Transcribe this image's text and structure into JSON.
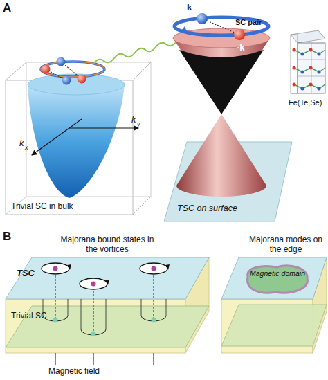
{
  "diagram": {
    "nodes": [
      {
        "text": [
          "Trivial SC in bulk"
        ]
      },
      {
        "text": [
          "TSC on surface"
        ]
      },
      {
        "text": [
          "TSC"
        ]
      },
      {
        "text": [
          "Trivial SC"
        ]
      },
      {
        "text": [
          "Magnetic domain"
        ]
      }
    ],
    "labels": [
      "A",
      "SC pair",
      "k",
      "-k",
      "Fe(Te,Se)",
      "k",
      "y",
      "k",
      "x",
      "B",
      "Majorana bound states in the vortices",
      "Magnetic field",
      "Majorana modes on the edge"
    ]
  }
}
